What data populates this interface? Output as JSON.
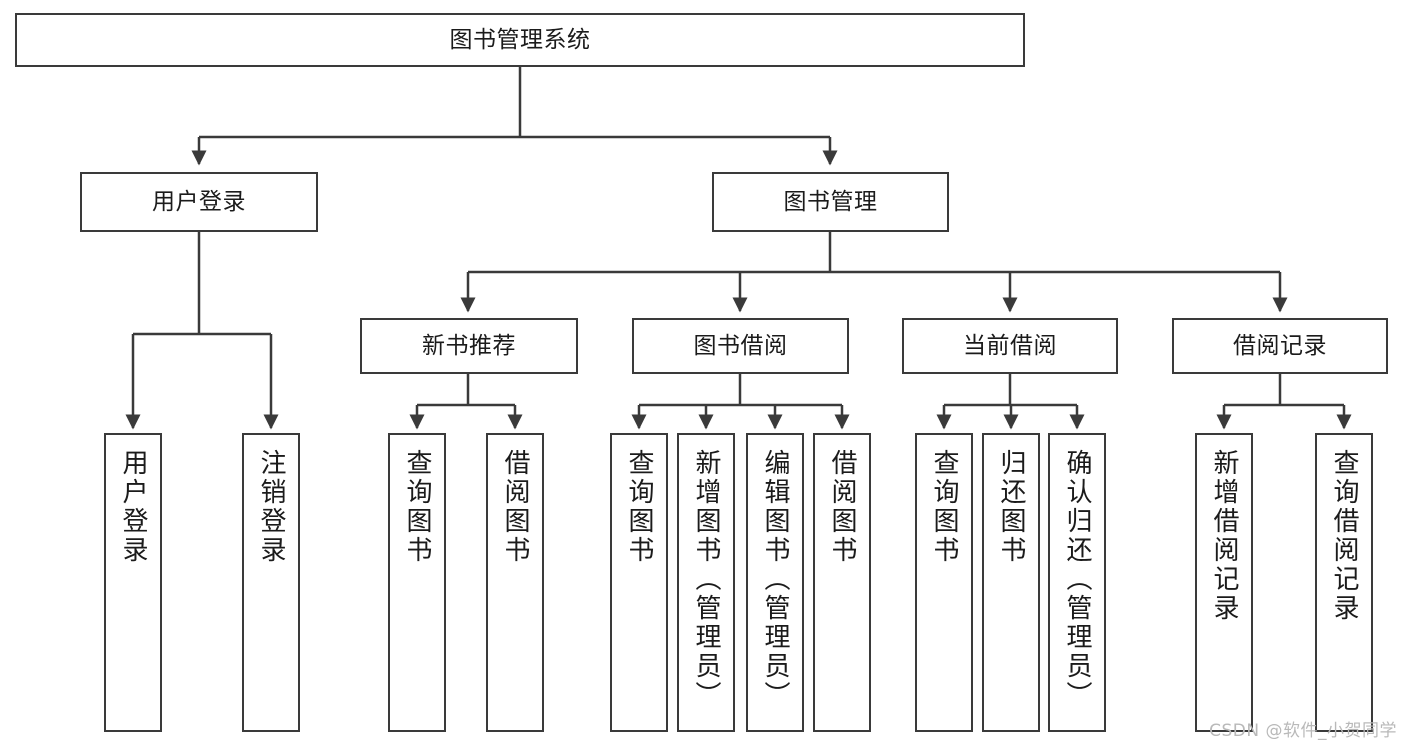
{
  "diagram": {
    "title": "图书管理系统",
    "type": "hierarchy-tree",
    "watermark": "CSDN @软件_小贺同学",
    "colors": {
      "border": "#3a3a3a",
      "fill": "#ffffff",
      "text": "#1b1b1b",
      "watermark": "#b9b9b9",
      "background": "#ffffff"
    },
    "levels": {
      "root": "图书管理系统",
      "level2": [
        "用户登录",
        "图书管理"
      ],
      "level3": [
        "新书推荐",
        "图书借阅",
        "当前借阅",
        "借阅记录"
      ],
      "leaves": [
        "用户登录",
        "注销登录",
        "查询图书",
        "借阅图书",
        "查询图书",
        "新增图书（管理员）",
        "编辑图书（管理员）",
        "借阅图书",
        "查询图书",
        "归还图书",
        "确认归还（管理员）",
        "新增借阅记录",
        "查询借阅记录"
      ]
    },
    "nodes": {
      "root": {
        "label": "图书管理系统"
      },
      "user_login": {
        "label": "用户登录"
      },
      "book_mgmt": {
        "label": "图书管理"
      },
      "new_book_rec": {
        "label": "新书推荐"
      },
      "book_borrow": {
        "label": "图书借阅"
      },
      "current_borrow": {
        "label": "当前借阅"
      },
      "borrow_record": {
        "label": "借阅记录"
      },
      "leaf_user_login": {
        "label": "用户登录"
      },
      "leaf_logout": {
        "label": "注销登录"
      },
      "leaf_query_book_1": {
        "label": "查询图书"
      },
      "leaf_borrow_book_1": {
        "label": "借阅图书"
      },
      "leaf_query_book_2": {
        "label": "查询图书"
      },
      "leaf_add_book": {
        "label": "新增图书（管理员）"
      },
      "leaf_edit_book": {
        "label": "编辑图书（管理员）"
      },
      "leaf_borrow_book_2": {
        "label": "借阅图书"
      },
      "leaf_query_book_3": {
        "label": "查询图书"
      },
      "leaf_return_book": {
        "label": "归还图书"
      },
      "leaf_confirm_return": {
        "label": "确认归还（管理员）"
      },
      "leaf_add_record": {
        "label": "新增借阅记录"
      },
      "leaf_query_record": {
        "label": "查询借阅记录"
      }
    }
  }
}
